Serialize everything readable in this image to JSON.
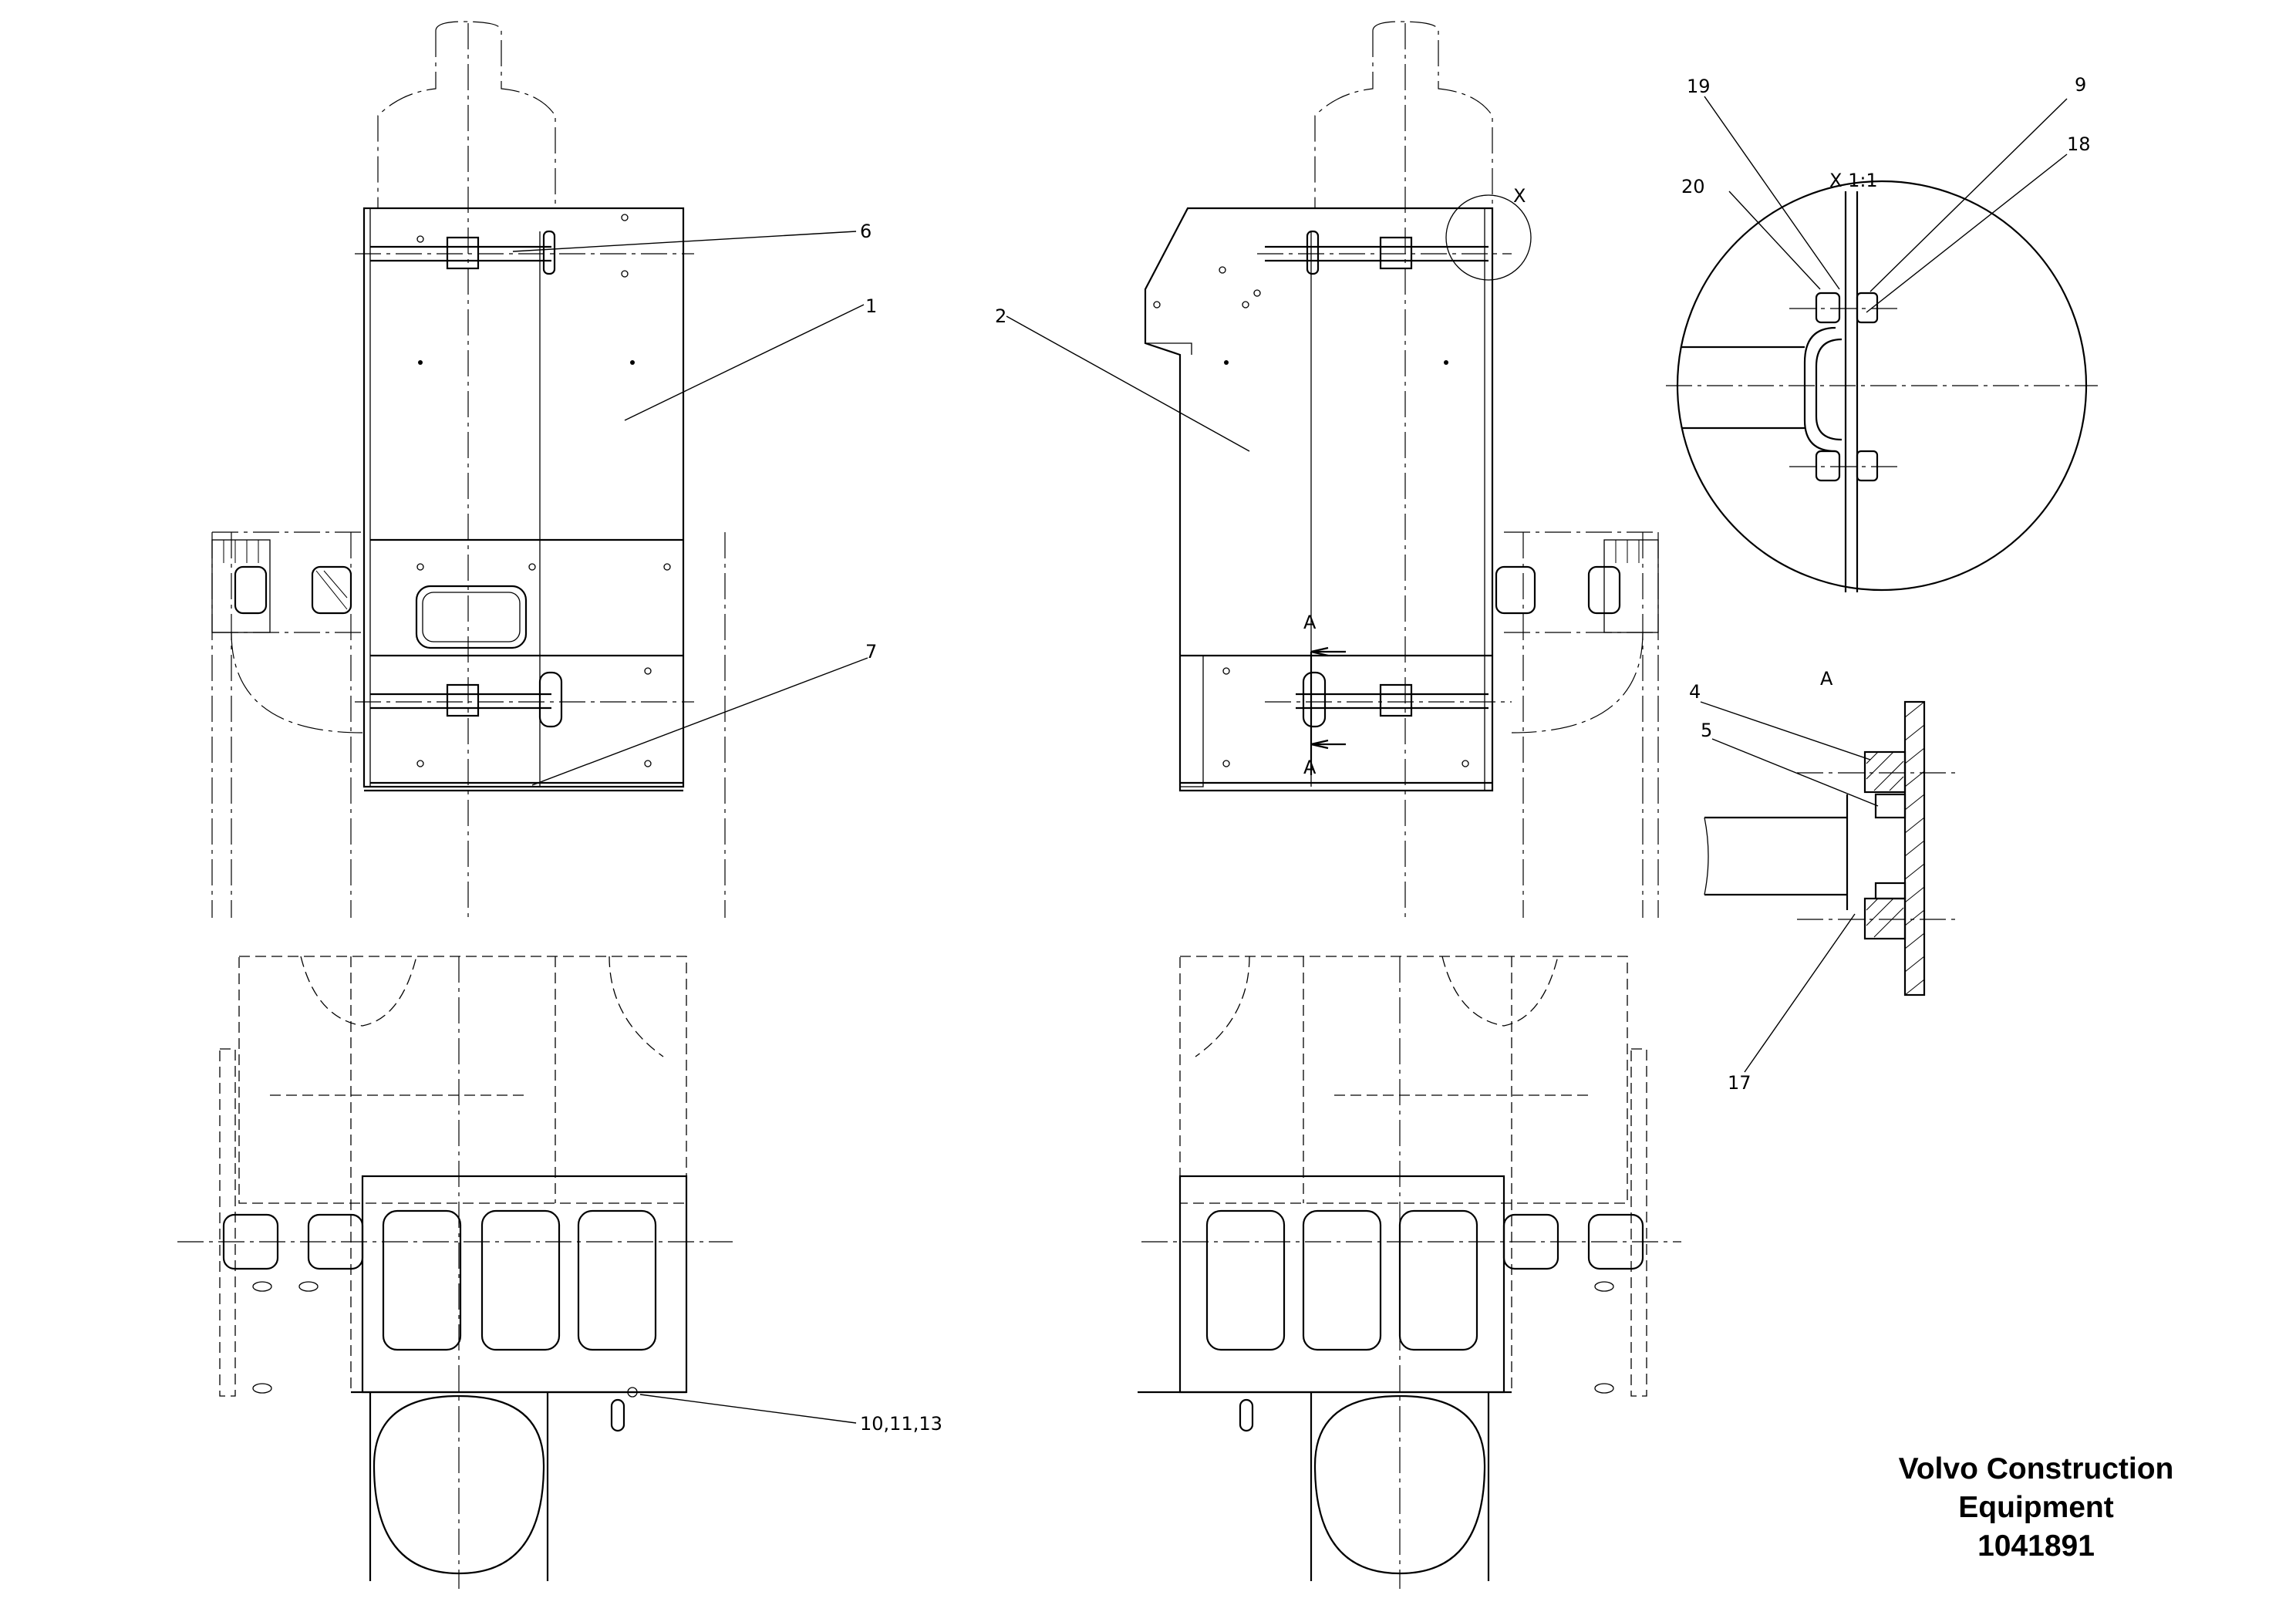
{
  "callouts": {
    "c1": "1",
    "c2": "2",
    "c4": "4",
    "c5": "5",
    "c6": "6",
    "c7": "7",
    "c9": "9",
    "c10": "10,11,13",
    "c17": "17",
    "c18": "18",
    "c19": "19",
    "c20": "20"
  },
  "detail_labels": {
    "detail_x_marker": "X",
    "detail_x_scale": "X 1:1",
    "section_a_title": "A",
    "section_arrow_top": "A",
    "section_arrow_bottom": "A"
  },
  "title_block": {
    "company_line1": "Volvo Construction",
    "company_line2": "Equipment",
    "drawing_number": "1041891"
  }
}
